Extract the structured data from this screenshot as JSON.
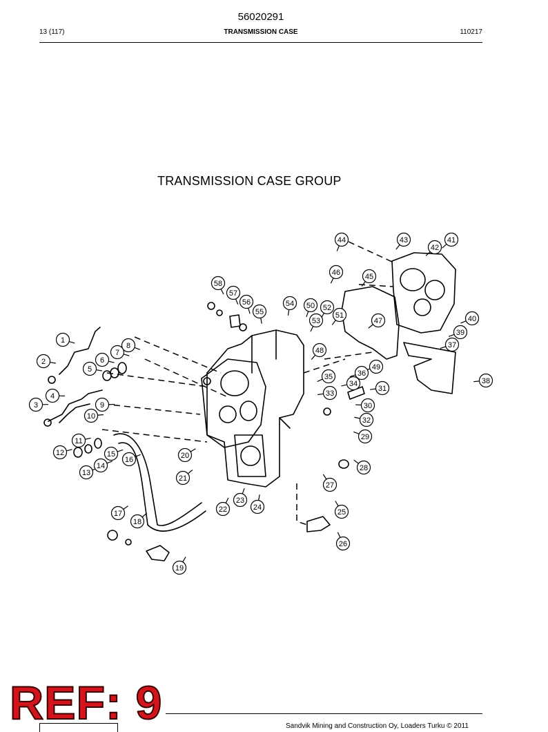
{
  "header": {
    "doc_number": "56020291",
    "page": "13 (117)",
    "section": "TRANSMISSION CASE",
    "code": "110217"
  },
  "diagram": {
    "title": "TRANSMISSION CASE GROUP",
    "callouts": [
      "1",
      "2",
      "3",
      "4",
      "5",
      "6",
      "7",
      "8",
      "9",
      "10",
      "11",
      "12",
      "13",
      "14",
      "15",
      "16",
      "17",
      "18",
      "19",
      "20",
      "21",
      "22",
      "23",
      "24",
      "25",
      "26",
      "27",
      "28",
      "29",
      "30",
      "31",
      "32",
      "33",
      "34",
      "35",
      "36",
      "37",
      "38",
      "39",
      "40",
      "41",
      "42",
      "43",
      "44",
      "45",
      "46",
      "47",
      "48",
      "49",
      "50",
      "51",
      "52",
      "53",
      "54",
      "55",
      "56",
      "57",
      "58"
    ]
  },
  "stamp": {
    "text": "REF: 9"
  },
  "footer": {
    "copyright": "Sandvik Mining and Construction Oy, Loaders Turku © 2011"
  }
}
